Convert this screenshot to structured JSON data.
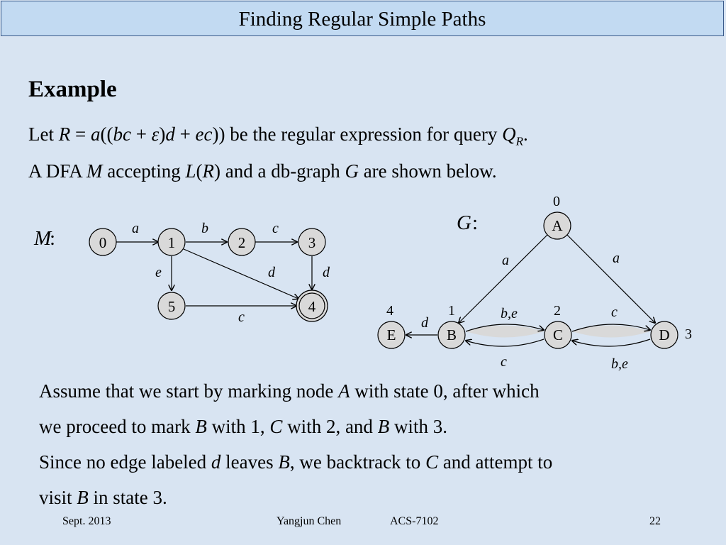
{
  "slide": {
    "title": "Finding Regular Simple Paths",
    "heading": "Example",
    "line1": {
      "let": "Let ",
      "R": "R",
      "eq": " = ",
      "a": "a",
      "open": "((",
      "bc": "bc",
      "plus1": " + ",
      "eps": "ε",
      "close1": ")",
      "d": "d",
      "plus2": " + ",
      "ec": "ec",
      "close2": "))",
      "rest": " be the regular expression for query ",
      "Q": "Q",
      "sub": "R",
      "period": "."
    },
    "line2": {
      "a_dfa": "A DFA ",
      "M": "M",
      "accepting": " accepting ",
      "L": "L",
      "open": "(",
      "R": "R",
      "close": ")",
      "mid": " and a db-graph ",
      "G": "G",
      "end": " are shown below."
    },
    "paragraph": [
      {
        "t1": "Assume that we start by marking node ",
        "A": "A",
        "t2": " with state 0, after which"
      },
      {
        "t1": "we proceed to mark ",
        "B": "B",
        "t2": " with 1, ",
        "C": "C",
        "t3": " with 2, and ",
        "B2": "B",
        "t4": " with 3."
      },
      {
        "t1": "Since no edge labeled ",
        "d": "d",
        "t2": " leaves ",
        "B": "B",
        "t3": ", we backtrack to ",
        "C": "C",
        "t4": " and attempt to"
      },
      {
        "t1": "visit ",
        "B": "B",
        "t2": " in state 3."
      }
    ]
  },
  "dfa": {
    "label": "M",
    "colon": ":",
    "states": [
      "0",
      "1",
      "2",
      "3",
      "4",
      "5"
    ],
    "accepting_state": "4",
    "edges": [
      {
        "from": "0",
        "to": "1",
        "label": "a"
      },
      {
        "from": "1",
        "to": "2",
        "label": "b"
      },
      {
        "from": "2",
        "to": "3",
        "label": "c"
      },
      {
        "from": "1",
        "to": "4",
        "label": "d"
      },
      {
        "from": "3",
        "to": "4",
        "label": "d"
      },
      {
        "from": "1",
        "to": "5",
        "label": "e"
      },
      {
        "from": "5",
        "to": "4",
        "label": "c"
      }
    ]
  },
  "graph": {
    "label": "G",
    "colon": ":",
    "nodes": [
      {
        "id": "A",
        "mark": "0"
      },
      {
        "id": "B",
        "mark": "1"
      },
      {
        "id": "C",
        "mark": "2"
      },
      {
        "id": "D",
        "mark": "3"
      },
      {
        "id": "E",
        "mark": "4"
      }
    ],
    "edge_labels": {
      "A_B": "a",
      "A_D": "a",
      "B_E": "d",
      "B_C": "b,e",
      "C_B": "c",
      "C_D": "c",
      "D_C": "b,e"
    }
  },
  "footer": {
    "date": "Sept. 2013",
    "author": "Yangjun Chen",
    "course": "ACS-7102",
    "page": "22"
  }
}
